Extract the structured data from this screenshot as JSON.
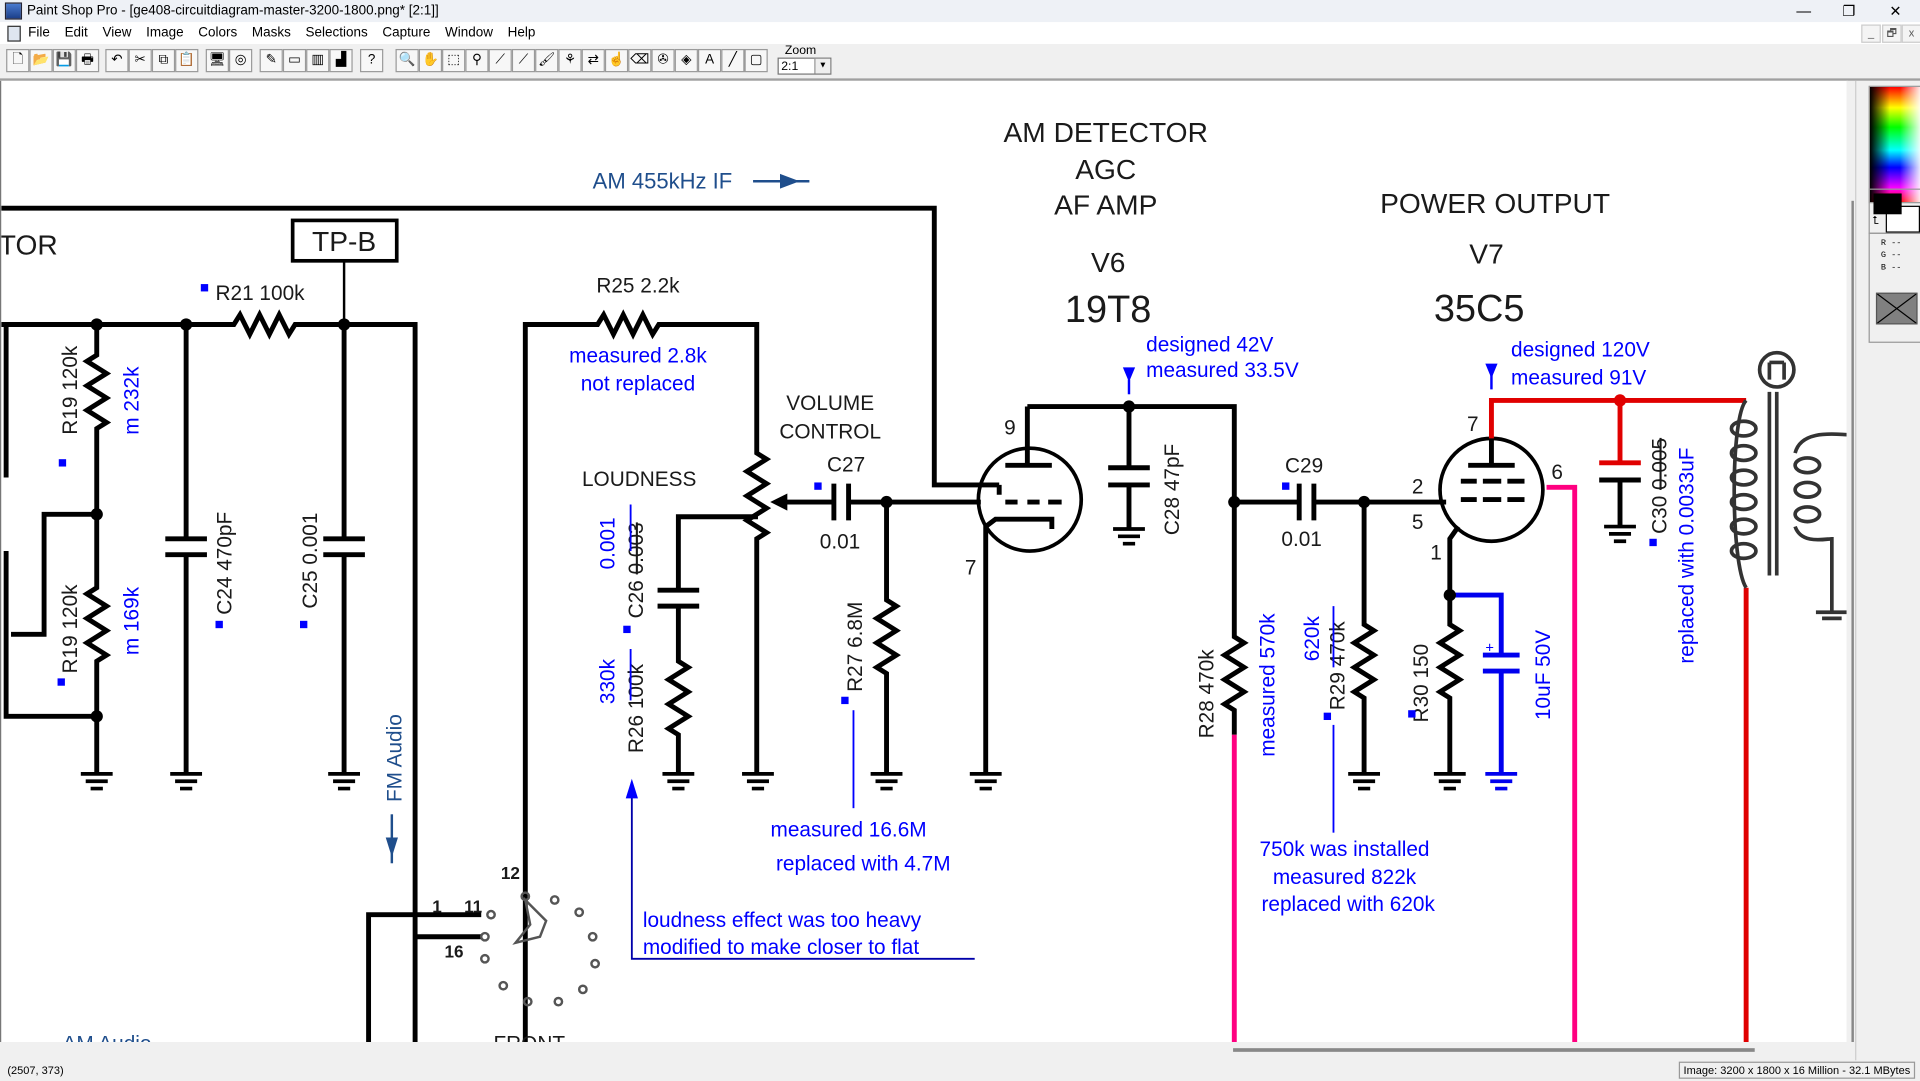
{
  "window": {
    "title": "Paint Shop Pro - [ge408-circuitdiagram-master-3200-1800.png* [2:1]]",
    "controls": {
      "minimize": "—",
      "restore": "❐",
      "close": "✕"
    }
  },
  "menu": {
    "items": [
      "File",
      "Edit",
      "View",
      "Image",
      "Colors",
      "Masks",
      "Selections",
      "Capture",
      "Window",
      "Help"
    ],
    "mdi_controls": {
      "minimize": "_",
      "restore": "🗗",
      "close": "x"
    }
  },
  "toolbar": {
    "buttons": [
      {
        "icon": "new-file-icon",
        "glyph": "🗋"
      },
      {
        "icon": "open-folder-icon",
        "glyph": "📂"
      },
      {
        "icon": "save-icon",
        "glyph": "💾"
      },
      {
        "icon": "print-icon",
        "glyph": "🖶"
      },
      {
        "icon": "undo-icon",
        "glyph": "↶"
      },
      {
        "icon": "cut-icon",
        "glyph": "✂"
      },
      {
        "icon": "copy-icon",
        "glyph": "⧉"
      },
      {
        "icon": "paste-icon",
        "glyph": "📋"
      },
      {
        "icon": "full-screen-preview-icon",
        "glyph": "🖥"
      },
      {
        "icon": "browse-icon",
        "glyph": "◎"
      },
      {
        "icon": "tool-palette-toggle-icon",
        "glyph": "✎"
      },
      {
        "icon": "control-palette-toggle-icon",
        "glyph": "▭"
      },
      {
        "icon": "color-palette-toggle-icon",
        "glyph": "▥"
      },
      {
        "icon": "histogram-icon",
        "glyph": "▟"
      },
      {
        "icon": "context-help-icon",
        "glyph": "?"
      },
      {
        "icon": "zoom-tool-icon",
        "glyph": "🔍"
      },
      {
        "icon": "pan-tool-icon",
        "glyph": "✋"
      },
      {
        "icon": "selection-tool-icon",
        "glyph": "⬚"
      },
      {
        "icon": "lasso-tool-icon",
        "glyph": "⚲"
      },
      {
        "icon": "magic-wand-icon",
        "glyph": "⟋"
      },
      {
        "icon": "dropper-tool-icon",
        "glyph": "⟋"
      },
      {
        "icon": "paintbrush-icon",
        "glyph": "🖌"
      },
      {
        "icon": "clone-brush-icon",
        "glyph": "⚘"
      },
      {
        "icon": "color-replacer-icon",
        "glyph": "⇄"
      },
      {
        "icon": "retouch-icon",
        "glyph": "☝"
      },
      {
        "icon": "eraser-icon",
        "glyph": "⌫"
      },
      {
        "icon": "airbrush-icon",
        "glyph": "✇"
      },
      {
        "icon": "flood-fill-icon",
        "glyph": "◈"
      },
      {
        "icon": "text-tool-icon",
        "glyph": "A"
      },
      {
        "icon": "line-tool-icon",
        "glyph": "╱"
      },
      {
        "icon": "shape-tool-icon",
        "glyph": "▢"
      }
    ],
    "zoom": {
      "label": "Zoom",
      "value": "2:1"
    }
  },
  "schematic": {
    "headings": {
      "partial": "TOR",
      "am_detector": [
        "AM DETECTOR",
        "AGC",
        "AF AMP"
      ],
      "v6": "V6",
      "v6_type": "19T8",
      "power_output": "POWER OUTPUT",
      "v7": "V7",
      "v7_type": "35C5",
      "volume_control": [
        "VOLUME",
        "CONTROL"
      ],
      "loudness": "LOUDNESS",
      "front": "FRONT",
      "am_audio": "AM Audio"
    },
    "signals": {
      "am_if": "AM 455kHz IF",
      "fm_audio": "FM Audio"
    },
    "test_point": "TP-B",
    "components": {
      "r21": "R21 100k",
      "r19a": "R19 120k",
      "r19a_m": "m 232k",
      "r19b": "R19 120k",
      "r19b_m": "m 169k",
      "c24": "C24 470pF",
      "c25": "C25 0.001",
      "r25": "R25 2.2k",
      "r25_note": [
        "measured 2.8k",
        "not replaced"
      ],
      "c26_label": "C26",
      "c26_old": "0.003",
      "c26_new": "0.001",
      "r26_label": "R26",
      "r26_old": "100k",
      "r26_new": "330k",
      "c27": "C27",
      "c27_val": "0.01",
      "r27": "R27  6.8M",
      "r27_note": [
        "measured 16.6M",
        "replaced with 4.7M"
      ],
      "c28": "C28  47pF",
      "v6_pins": {
        "plate": "9",
        "cathode": "7"
      },
      "v6_voltage": [
        "designed 42V",
        "measured 33.5V"
      ],
      "c29": "C29",
      "c29_val": "0.01",
      "r28": "R28 470k",
      "r28_note": "measured 570k",
      "r29_label": "R29",
      "r29_old": "470k",
      "r29_new": "620k",
      "r29_note": [
        "750k was installed",
        "measured 822k",
        "replaced with 620k"
      ],
      "r30": "R30 150",
      "electrolytic": "10uF  50V",
      "v7_pins": {
        "plate": "7",
        "grid": "2",
        "screen": "5",
        "cathode": "1",
        "pin6": "6"
      },
      "v7_voltage": [
        "designed 120V",
        "measured 91V"
      ],
      "c30_label": "C30",
      "c30_old": "0.005",
      "c30_note": "replaced with 0.0033uF",
      "switch_pins": {
        "p12": "12",
        "p1": "1",
        "p11": "11",
        "p16": "16"
      }
    },
    "loudness_note": [
      "loudness effect was too heavy",
      "modified to make closer to flat"
    ],
    "colors": {
      "wire": "#000000",
      "annotation": "#0000ff",
      "b_plus": "#e00000",
      "pink_wire": "#ff0080",
      "signal_label": "#1f4e8c"
    }
  },
  "palette": {
    "rgb": [
      "R --",
      "G --",
      "B --"
    ]
  },
  "status": {
    "cursor": "(2507, 373)",
    "image_info": "Image:  3200 x 1800 x 16 Million - 32.1 MBytes"
  }
}
